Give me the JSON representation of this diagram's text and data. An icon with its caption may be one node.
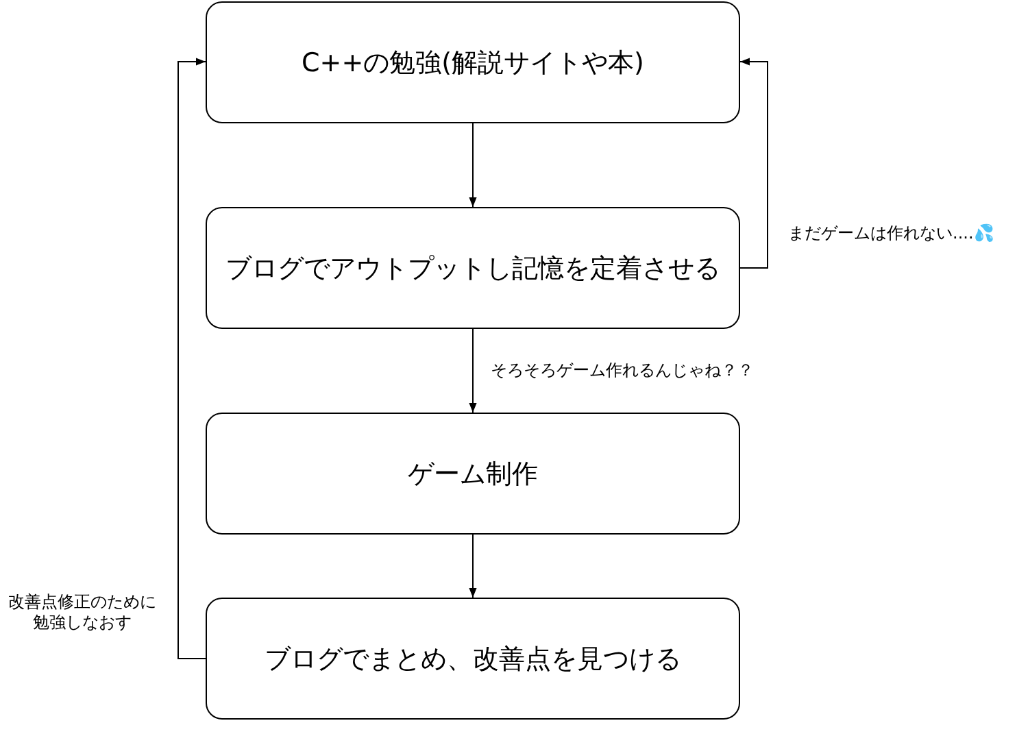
{
  "diagram": {
    "nodes": [
      {
        "text": [
          "C++の勉強(解説サイトや本)"
        ]
      },
      {
        "text": [
          "ブログでアウトプットし記憶を定着させる"
        ]
      },
      {
        "text": [
          "ゲーム制作"
        ]
      },
      {
        "text": [
          "ブログでまとめ、改善点を見つける"
        ]
      }
    ],
    "edges": [
      {
        "from": 0,
        "to": 1,
        "arrow": "to"
      },
      {
        "from": 1,
        "to": 2,
        "arrow": "to",
        "label": "そろそろゲーム作れるんじゃね？？"
      },
      {
        "from": 2,
        "to": 3,
        "arrow": "to"
      },
      {
        "from": 1,
        "to": 0,
        "arrow": "to",
        "label": "まだゲームは作れない....💦"
      },
      {
        "from": 3,
        "to": 0,
        "arrow": "to",
        "label": "改善点修正のために勉強しなおす"
      }
    ]
  }
}
